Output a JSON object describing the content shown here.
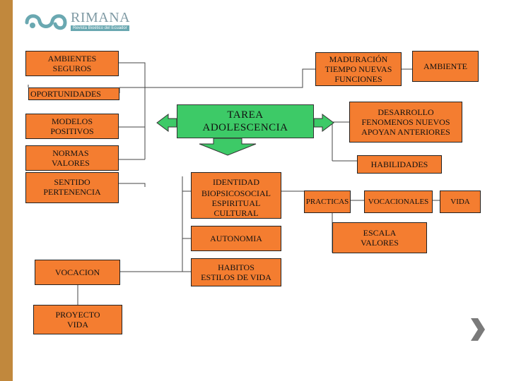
{
  "brand": {
    "name": "RIMANA",
    "tagline": "Revista Bioético del Ecuador",
    "colors": {
      "sidebar": "#c1883d",
      "box": "#f47d30",
      "center": "#3dca67",
      "logo": "#6aa8b1"
    }
  },
  "diagram": {
    "center": "TAREA\nADOLESCENCIA",
    "left": {
      "ambientes_seguros": "AMBIENTES\nSEGUROS",
      "oportunidades": "OPORTUNIDADES",
      "modelos_positivos": "MODELOS\nPOSITIVOS",
      "normas_valores": "NORMAS\nVALORES",
      "sentido_pertenencia": "SENTIDO\nPERTENENCIA",
      "vocacion": "VOCACION",
      "proyecto_vida": "PROYECTO\nVIDA"
    },
    "middle": {
      "identidad_title": "IDENTIDAD",
      "identidad_detail": "BIOPSICOSOCIAL\nESPIRITUAL\nCULTURAL",
      "autonomia": "AUTONOMIA",
      "habitos": "HABITOS\nESTILOS DE VIDA"
    },
    "right": {
      "maduracion": "MADURACIÓN\nTIEMPO NUEVAS\nFUNCIONES",
      "ambiente": "AMBIENTE",
      "desarrollo": "DESARROLLO\nFENOMENOS NUEVOS\nAPOYAN ANTERIORES",
      "habilidades": "HABILIDADES",
      "practicas": "PRACTICAS",
      "vocacionales": "VOCACIONALES",
      "vida": "VIDA",
      "escala_valores": "ESCALA\nVALORES"
    }
  },
  "icons": {
    "logo": "rimana-swirl-icon",
    "next": "chevron-right-icon"
  }
}
